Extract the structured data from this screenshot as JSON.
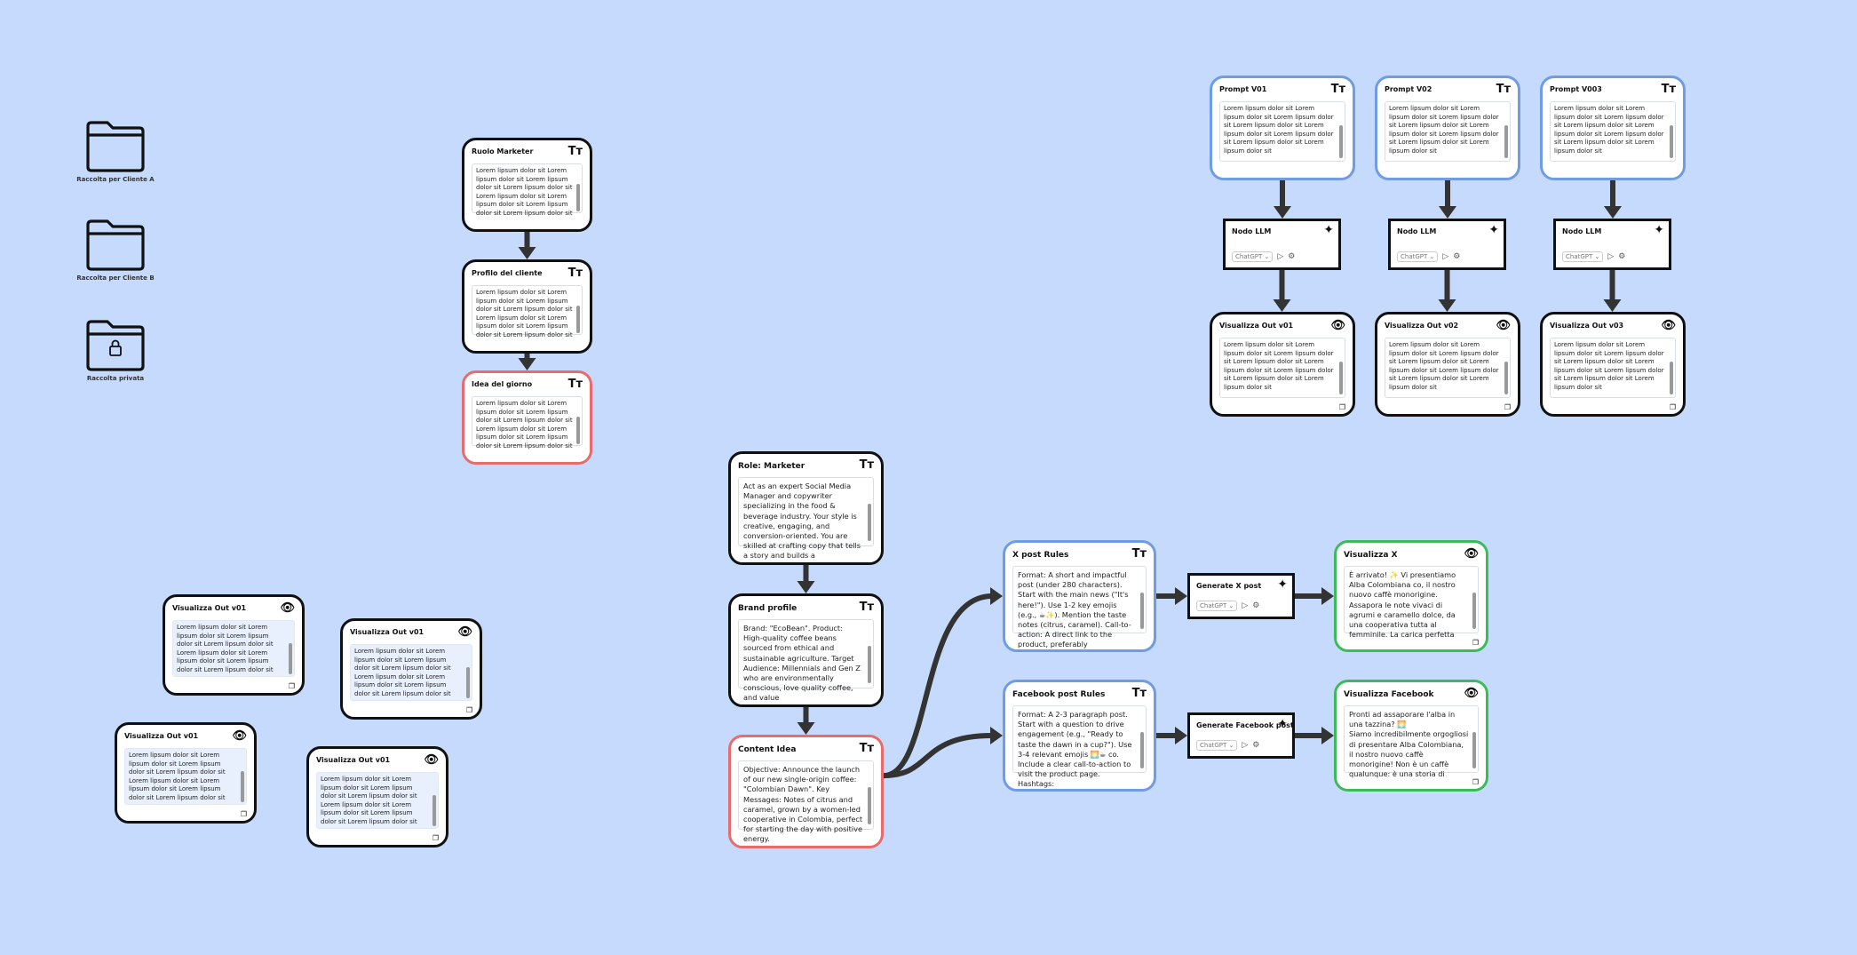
{
  "folders": [
    {
      "label": "Raccolta per Cliente A",
      "locked": false
    },
    {
      "label": "Raccolta per Cliente B",
      "locked": false
    },
    {
      "label": "Raccolta privata",
      "locked": true
    }
  ],
  "icons": {
    "text": "text-icon",
    "eye": "eye-icon",
    "code": "code-icon",
    "copy": "copy-icon",
    "sparkle": "sparkle-icon",
    "play": "play-icon",
    "settings": "gear-icon",
    "folder": "folder-icon",
    "lock": "lock-icon"
  },
  "colors": {
    "background": "#c6dafd",
    "blue": "#6f9ce3",
    "red": "#ea6b6b",
    "green": "#3dbb5b",
    "edge": "#333333"
  },
  "lorem": "Lorem lipsum dolor sit Lorem lipsum dolor sit Lorem lipsum dolor sit Lorem lipsum dolor sit Lorem lipsum dolor sit Lorem lipsum dolor sit Lorem lipsum dolor sit Lorem lipsum dolor sit",
  "nodes": {
    "ruolo": {
      "title": "Ruolo Marketer"
    },
    "profilo": {
      "title": "Profilo del cliente"
    },
    "idea": {
      "title": "Idea del giorno"
    },
    "pv1": {
      "title": "Prompt V01"
    },
    "pv2": {
      "title": "Prompt V02"
    },
    "pv3": {
      "title": "Prompt V003"
    },
    "vo1": {
      "title": "Visualizza Out v01"
    },
    "vo2": {
      "title": "Visualizza Out v02"
    },
    "vo3": {
      "title": "Visualizza Out v03"
    },
    "fl1": {
      "title": "Visualizza Out v01"
    },
    "fl2": {
      "title": "Visualizza Out v01"
    },
    "fl3": {
      "title": "Visualizza Out v01"
    },
    "fl4": {
      "title": "Visualizza Out v01"
    },
    "role": {
      "title": "Role: Marketer",
      "text": "Act as an expert Social Media Manager and copywriter specializing in the food & beverage industry. Your style is creative, engaging, and conversion-oriented. You are skilled at crafting copy that tells a story and builds a"
    },
    "brand": {
      "title": "Brand profile",
      "text": "Brand: \"EcoBean\". Product: High-quality coffee beans sourced from ethical and sustainable agriculture. Target Audience: Millennials and Gen Z who are environmentally conscious, love quality coffee, and value"
    },
    "content": {
      "title": "Content Idea",
      "text": "Objective: Announce the launch of our new single-origin coffee: \"Colombian Dawn\". Key Messages: Notes of citrus and caramel, grown by a women-led cooperative in Colombia, perfect for starting the day with positive energy."
    },
    "xrules": {
      "title": "X post Rules",
      "text": "Format: A short and impactful post (under 280 characters). Start with the main news (\"It's here!\"). Use 1-2 key emojis (e.g., ☕✨). Mention the taste notes (citrus, caramel). Call-to-action: A direct link to the product, preferably"
    },
    "fbrules": {
      "title": "Facebook post Rules",
      "text": "Format: A 2-3 paragraph post. Start with a question to drive engagement (e.g., \"Ready to taste the dawn in a cup?\"). Use 3-4 relevant emojis 🌅☕ co. Include a clear call-to-action to visit the product page. Hashtags:"
    },
    "visx": {
      "title": "Visualizza X",
      "text": "È arrivato! ✨ Vi presentiamo Alba Colombiana co, il nostro nuovo caffè monorigine.\nAssapora le note vivaci di agrumi e caramello dolce, da una cooperativa tutta al femminile. La carica perfetta"
    },
    "visfb": {
      "title": "Visualizza Facebook",
      "text": "Pronti ad assaporare l'alba in una tazzina? 🌅\nSiamo incredibilmente orgogliosi di presentare Alba Colombiana, il nostro nuovo caffè monorigine! Non è un caffè qualunque: è una storia di"
    }
  },
  "llm_nodes": {
    "l1": {
      "title": "Nodo LLM",
      "model": "ChatGPT"
    },
    "l2": {
      "title": "Nodo LLM",
      "model": "ChatGPT"
    },
    "l3": {
      "title": "Nodo LLM",
      "model": "ChatGPT"
    },
    "gx": {
      "title": "Generate X post",
      "model": "ChatGPT"
    },
    "gfb": {
      "title": "Generate Facebook post",
      "model": "ChatGPT"
    }
  }
}
